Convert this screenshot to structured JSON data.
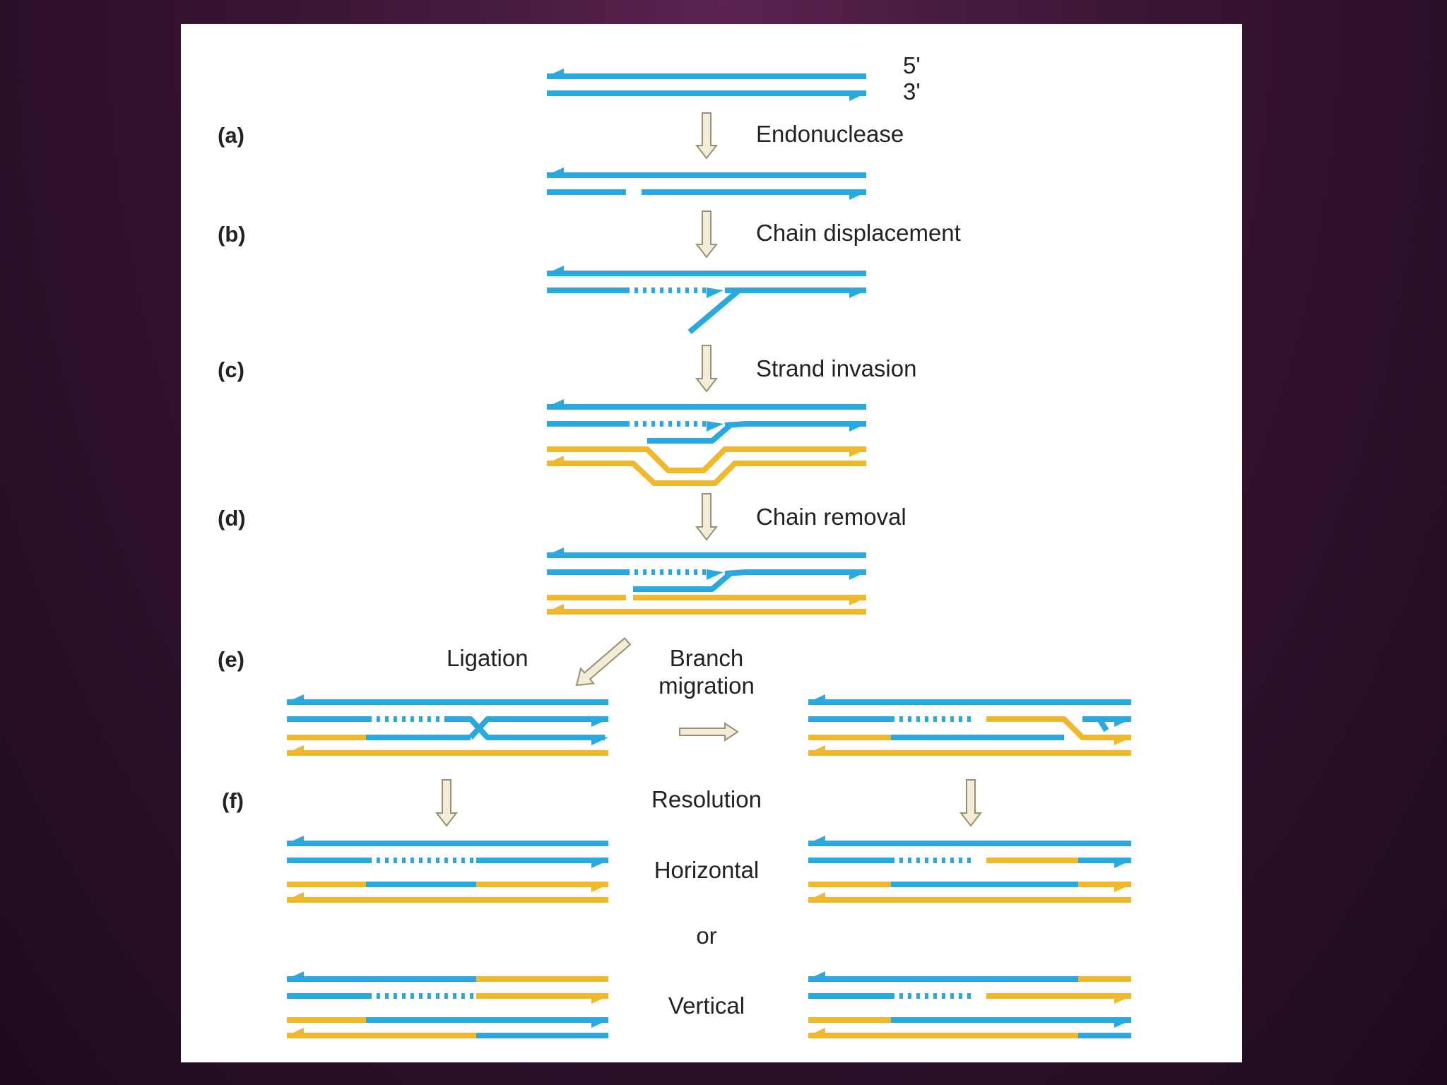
{
  "diagram": {
    "end_labels": {
      "five_prime": "5'",
      "three_prime": "3'"
    },
    "steps": [
      {
        "id": "a",
        "label": "(a)",
        "process": "Endonuclease"
      },
      {
        "id": "b",
        "label": "(b)",
        "process": "Chain displacement"
      },
      {
        "id": "c",
        "label": "(c)",
        "process": "Strand invasion"
      },
      {
        "id": "d",
        "label": "(d)",
        "process": "Chain removal"
      },
      {
        "id": "e",
        "label": "(e)",
        "left_process": "Ligation",
        "right_process_line1": "Branch",
        "right_process_line2": "migration"
      },
      {
        "id": "f",
        "label": "(f)",
        "process": "Resolution",
        "outcome_1": "Horizontal",
        "connector": "or",
        "outcome_2": "Vertical"
      }
    ],
    "colors": {
      "strand_blue": "#29a9e0",
      "strand_yellow": "#f0b92d",
      "arrow_fill": "#f3ecd8",
      "arrow_stroke": "#9a9070",
      "background": "#ffffff"
    }
  }
}
